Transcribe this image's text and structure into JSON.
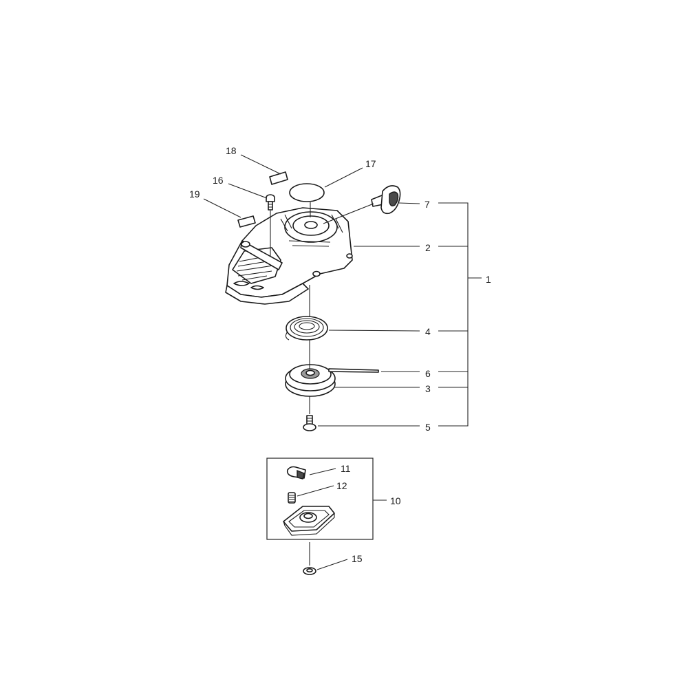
{
  "callouts": {
    "c1": "1",
    "c2": "2",
    "c3": "3",
    "c4": "4",
    "c5": "5",
    "c6": "6",
    "c7": "7",
    "c10": "10",
    "c11": "11",
    "c12": "12",
    "c15": "15",
    "c16": "16",
    "c17": "17",
    "c18": "18",
    "c19": "19"
  }
}
